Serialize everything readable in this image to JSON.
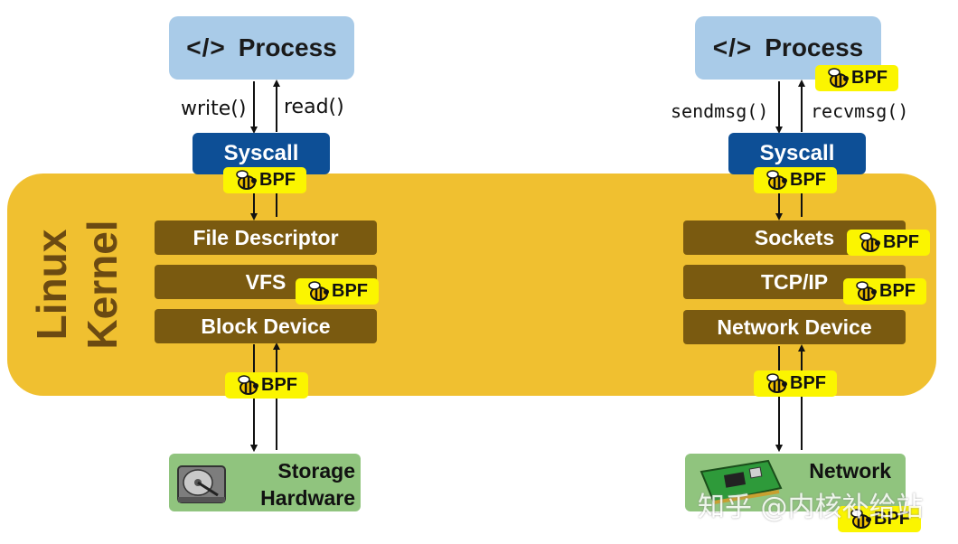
{
  "kernel": {
    "label": "Linux\nKernel"
  },
  "left": {
    "process": {
      "icon": "</>",
      "label": "Process"
    },
    "calls": {
      "down": "write()",
      "up": "read()"
    },
    "syscall": "Syscall",
    "layers": [
      "File Descriptor",
      "VFS",
      "Block Device"
    ],
    "hardware": {
      "label": "Storage\nHardware",
      "icon": "hard-disk-icon"
    }
  },
  "right": {
    "process": {
      "icon": "</>",
      "label": "Process"
    },
    "calls": {
      "down": "sendmsg()",
      "up": "recvmsg()"
    },
    "syscall": "Syscall",
    "layers": [
      "Sockets",
      "TCP/IP",
      "Network Device"
    ],
    "hardware": {
      "label": "Network",
      "icon": "network-card-icon"
    }
  },
  "bpf_label": "BPF",
  "watermark": "知乎 @内核补给站",
  "colors": {
    "kernel": "#f0c030",
    "process": "#a9cbe8",
    "syscall": "#0d4f96",
    "layer": "#7a5a10",
    "hardware": "#90c47e",
    "bpf": "#fbf500"
  }
}
